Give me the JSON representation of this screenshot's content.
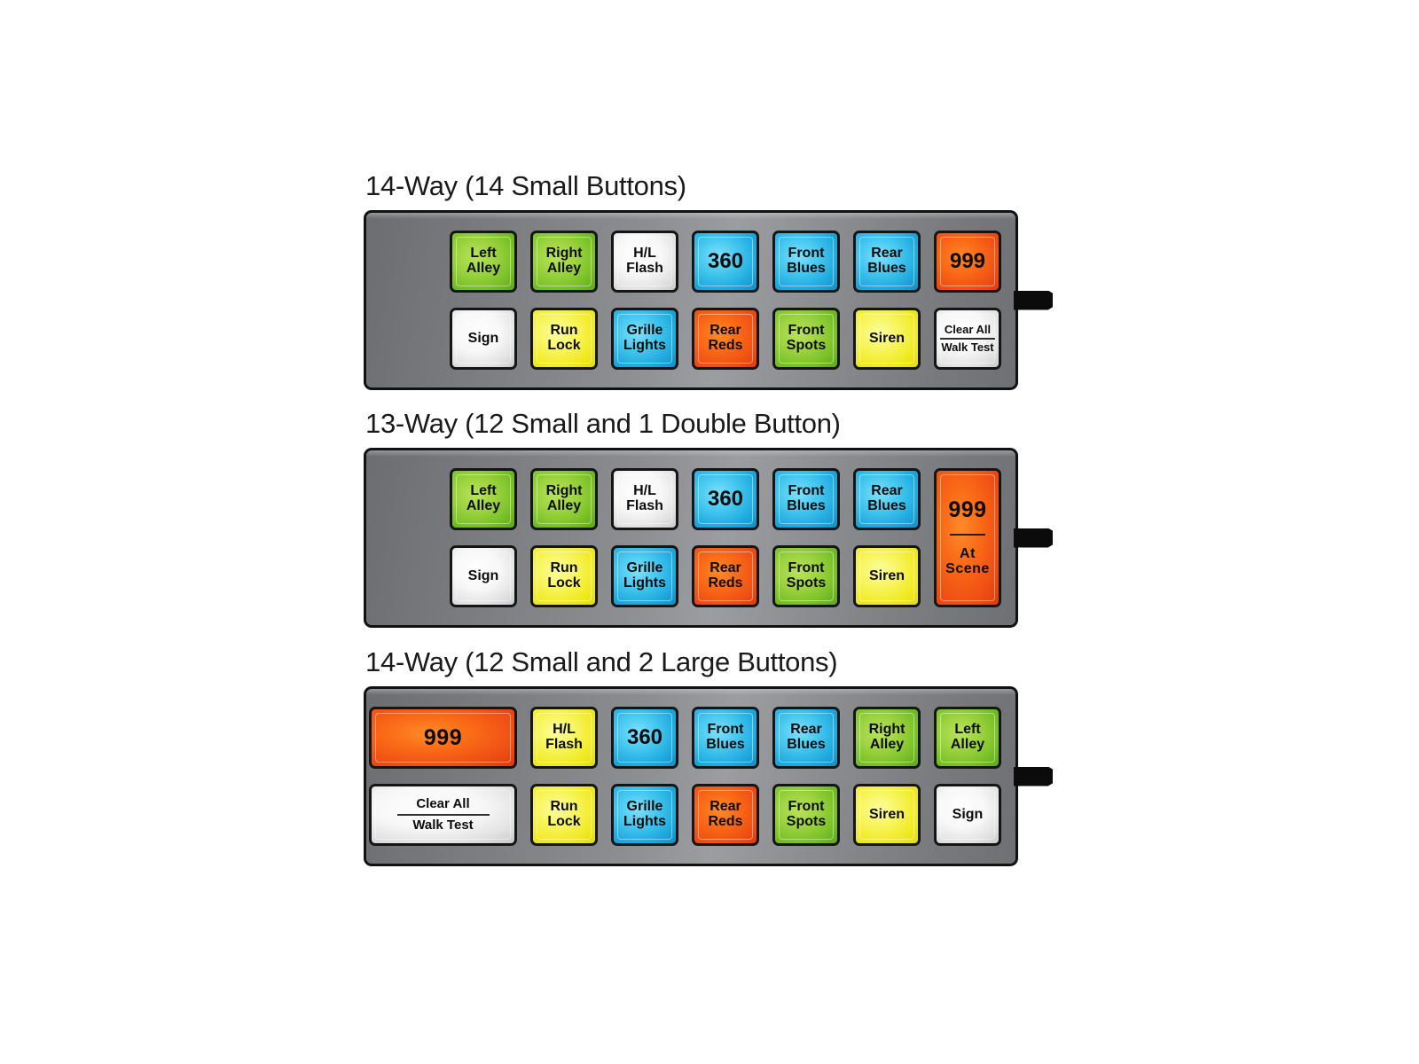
{
  "page": {
    "background": "#ffffff",
    "accent_colors": {
      "green": "#8ece3a",
      "blue": "#29abe2",
      "orange": "#f2530f",
      "yellow": "#f4ef2a",
      "white": "#f2f2f2",
      "housing": "#8a8c8f",
      "outline": "#111111"
    }
  },
  "panels": [
    {
      "title": "14-Way (14 Small Buttons)",
      "columns": [
        {
          "top": {
            "lines": [
              "Left",
              "Alley"
            ],
            "color": "c-green",
            "style": "",
            "name": "left-alley"
          },
          "bottom": {
            "lines": [
              "Sign"
            ],
            "color": "c-white",
            "style": "",
            "name": "sign"
          }
        },
        {
          "top": {
            "lines": [
              "Right",
              "Alley"
            ],
            "color": "c-green",
            "style": "",
            "name": "right-alley"
          },
          "bottom": {
            "lines": [
              "Run",
              "Lock"
            ],
            "color": "c-yellow",
            "style": "",
            "name": "run-lock"
          }
        },
        {
          "top": {
            "lines": [
              "H/L",
              "Flash"
            ],
            "color": "c-white",
            "style": "",
            "name": "hl-flash"
          },
          "bottom": {
            "lines": [
              "Grille",
              "Lights"
            ],
            "color": "c-blue",
            "style": "",
            "name": "grille-lights"
          }
        },
        {
          "top": {
            "lines": [
              "360"
            ],
            "color": "c-blue",
            "style": "num",
            "name": "360"
          },
          "bottom": {
            "lines": [
              "Rear",
              "Reds"
            ],
            "color": "c-orange",
            "style": "",
            "name": "rear-reds"
          }
        },
        {
          "top": {
            "lines": [
              "Front",
              "Blues"
            ],
            "color": "c-blue",
            "style": "",
            "name": "front-blues"
          },
          "bottom": {
            "lines": [
              "Front",
              "Spots"
            ],
            "color": "c-green",
            "style": "",
            "name": "front-spots"
          }
        },
        {
          "top": {
            "lines": [
              "Rear",
              "Blues"
            ],
            "color": "c-blue",
            "style": "",
            "name": "rear-blues"
          },
          "bottom": {
            "lines": [
              "Siren"
            ],
            "color": "c-yellow",
            "style": "",
            "name": "siren"
          }
        },
        {
          "top": {
            "lines": [
              "999"
            ],
            "color": "c-orange",
            "style": "num",
            "name": "999"
          },
          "bottom": {
            "lines": [
              "Clear All",
              "Walk Test"
            ],
            "color": "c-white",
            "style": "small-split",
            "divider": true,
            "name": "clear-all-walk-test"
          }
        }
      ]
    },
    {
      "title": "13-Way (12 Small and 1 Double Button)",
      "columns": [
        {
          "top": {
            "lines": [
              "Left",
              "Alley"
            ],
            "color": "c-green",
            "style": "",
            "name": "left-alley"
          },
          "bottom": {
            "lines": [
              "Sign"
            ],
            "color": "c-white",
            "style": "",
            "name": "sign"
          }
        },
        {
          "top": {
            "lines": [
              "Right",
              "Alley"
            ],
            "color": "c-green",
            "style": "",
            "name": "right-alley"
          },
          "bottom": {
            "lines": [
              "Run",
              "Lock"
            ],
            "color": "c-yellow",
            "style": "",
            "name": "run-lock"
          }
        },
        {
          "top": {
            "lines": [
              "H/L",
              "Flash"
            ],
            "color": "c-white",
            "style": "",
            "name": "hl-flash"
          },
          "bottom": {
            "lines": [
              "Grille",
              "Lights"
            ],
            "color": "c-blue",
            "style": "",
            "name": "grille-lights"
          }
        },
        {
          "top": {
            "lines": [
              "360"
            ],
            "color": "c-blue",
            "style": "num",
            "name": "360"
          },
          "bottom": {
            "lines": [
              "Rear",
              "Reds"
            ],
            "color": "c-orange",
            "style": "",
            "name": "rear-reds"
          }
        },
        {
          "top": {
            "lines": [
              "Front",
              "Blues"
            ],
            "color": "c-blue",
            "style": "",
            "name": "front-blues"
          },
          "bottom": {
            "lines": [
              "Front",
              "Spots"
            ],
            "color": "c-green",
            "style": "",
            "name": "front-spots"
          }
        },
        {
          "top": {
            "lines": [
              "Rear",
              "Blues"
            ],
            "color": "c-blue",
            "style": "",
            "name": "rear-blues"
          },
          "bottom": {
            "lines": [
              "Siren"
            ],
            "color": "c-yellow",
            "style": "",
            "name": "siren"
          }
        },
        {
          "tall": {
            "lines": [
              "999",
              "At",
              "Scene"
            ],
            "color": "c-orange",
            "style": "big-num",
            "divider": true,
            "name": "999-at-scene"
          }
        }
      ]
    },
    {
      "title": "14-Way (12 Small and 2 Large Buttons)",
      "columns": [
        {
          "top": {
            "lines": [
              "999"
            ],
            "color": "c-orange",
            "style": "wide big-num",
            "name": "999"
          },
          "bottom": {
            "lines": [
              "Clear All",
              "Walk Test"
            ],
            "color": "c-white",
            "style": "wide small-split",
            "divider": true,
            "name": "clear-all-walk-test"
          }
        },
        {
          "top": {
            "lines": [
              "H/L",
              "Flash"
            ],
            "color": "c-yellow",
            "style": "",
            "name": "hl-flash"
          },
          "bottom": {
            "lines": [
              "Run",
              "Lock"
            ],
            "color": "c-yellow",
            "style": "",
            "name": "run-lock"
          }
        },
        {
          "top": {
            "lines": [
              "360"
            ],
            "color": "c-blue",
            "style": "num",
            "name": "360"
          },
          "bottom": {
            "lines": [
              "Grille",
              "Lights"
            ],
            "color": "c-blue",
            "style": "",
            "name": "grille-lights"
          }
        },
        {
          "top": {
            "lines": [
              "Front",
              "Blues"
            ],
            "color": "c-blue",
            "style": "",
            "name": "front-blues"
          },
          "bottom": {
            "lines": [
              "Rear",
              "Reds"
            ],
            "color": "c-orange",
            "style": "",
            "name": "rear-reds"
          }
        },
        {
          "top": {
            "lines": [
              "Rear",
              "Blues"
            ],
            "color": "c-blue",
            "style": "",
            "name": "rear-blues"
          },
          "bottom": {
            "lines": [
              "Front",
              "Spots"
            ],
            "color": "c-green",
            "style": "",
            "name": "front-spots"
          }
        },
        {
          "top": {
            "lines": [
              "Right",
              "Alley"
            ],
            "color": "c-green",
            "style": "",
            "name": "right-alley"
          },
          "bottom": {
            "lines": [
              "Siren"
            ],
            "color": "c-yellow",
            "style": "",
            "name": "siren"
          }
        },
        {
          "top": {
            "lines": [
              "Left",
              "Alley"
            ],
            "color": "c-green",
            "style": "",
            "name": "left-alley"
          },
          "bottom": {
            "lines": [
              "Sign"
            ],
            "color": "c-white",
            "style": "",
            "name": "sign"
          }
        }
      ]
    }
  ]
}
